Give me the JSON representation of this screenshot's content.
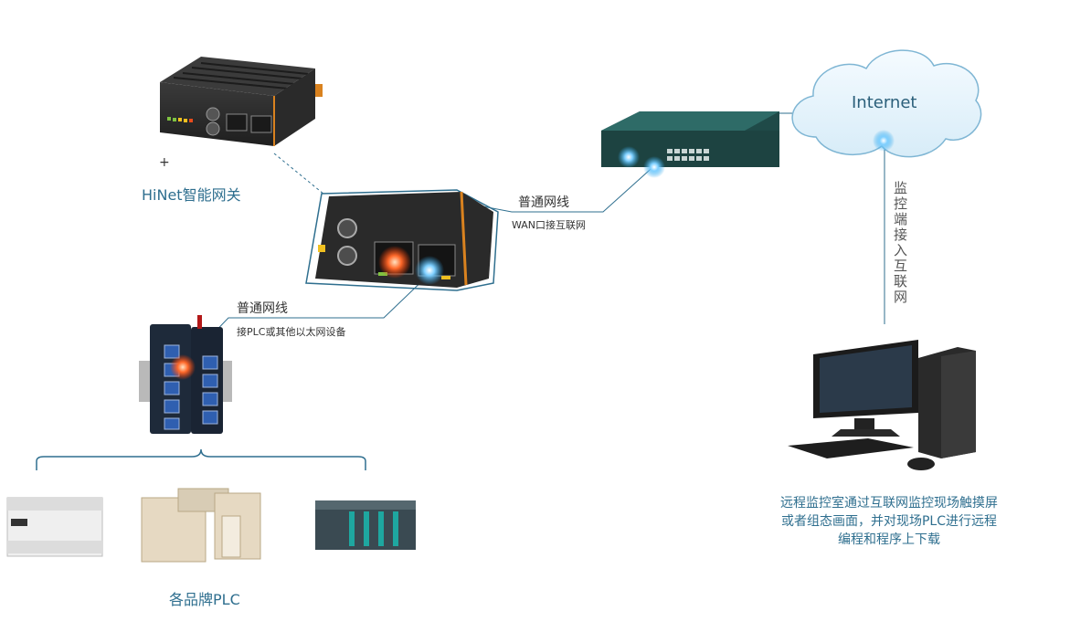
{
  "gateway_label": "HiNet智能网关",
  "cable_top": {
    "title": "普通网线",
    "note": "WAN口接互联网"
  },
  "cable_bottom": {
    "title": "普通网线",
    "note": "接PLC或其他以太网设备"
  },
  "cloud_label": "Internet",
  "vertical_label": "监控端接入互联网",
  "plc_label": "各品牌PLC",
  "monitor_caption": [
    "远程监控室通过互联网监控现场触摸屏",
    "或者组态画面，并对现场PLC进行远程",
    "编程和程序上下载"
  ],
  "colors": {
    "line": "#2f6f8f",
    "glow_blue": "#2ba3e8",
    "glow_orange": "#ff6a2b",
    "device_dark": "#2b2b2b",
    "accent_orange": "#d9821f"
  }
}
